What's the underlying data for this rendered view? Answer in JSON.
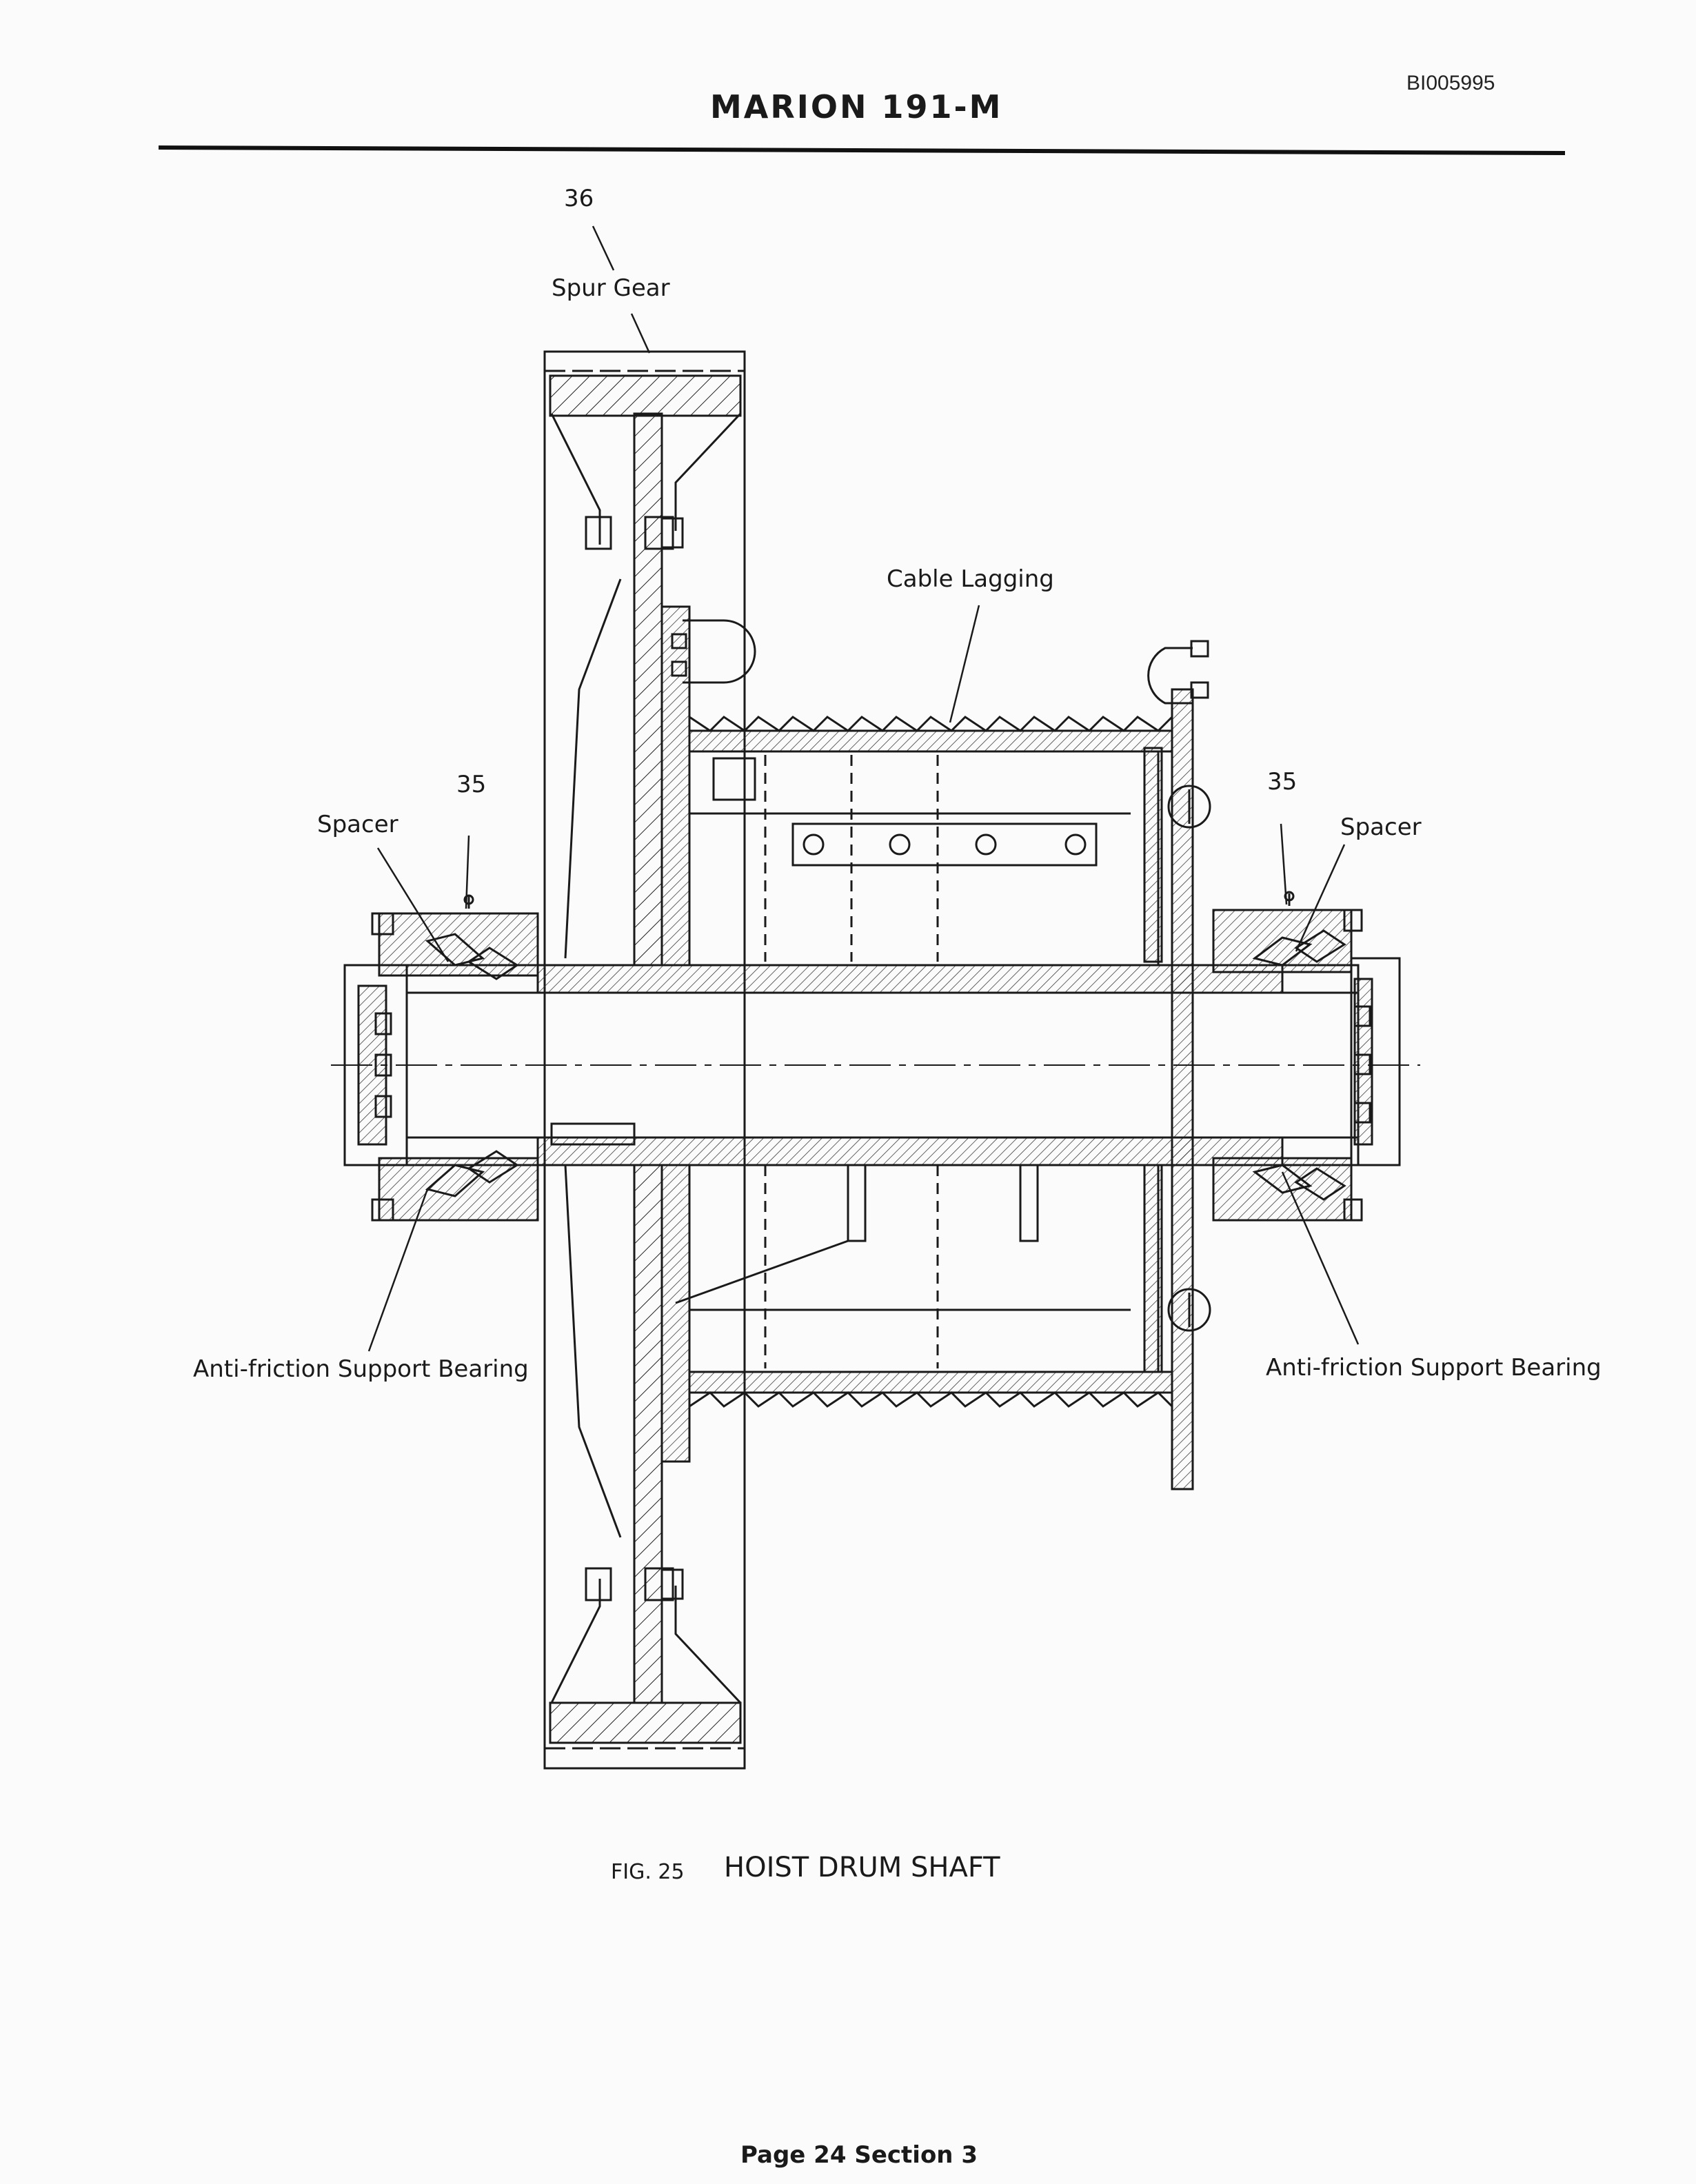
{
  "header": {
    "title": "MARION 191-M",
    "doc_id": "BI005995"
  },
  "figure": {
    "number": "FIG. 25",
    "title": "HOIST DRUM SHAFT"
  },
  "callouts": {
    "spur_gear_num": "36",
    "spur_gear": "Spur Gear",
    "cable_lagging": "Cable Lagging",
    "left_spacer_num": "35",
    "left_spacer": "Spacer",
    "right_spacer_num": "35",
    "right_spacer": "Spacer",
    "left_bearing": "Anti-friction Support Bearing",
    "right_bearing": "Anti-friction Support Bearing"
  },
  "footer": {
    "page": "Page 24 Section 3"
  }
}
